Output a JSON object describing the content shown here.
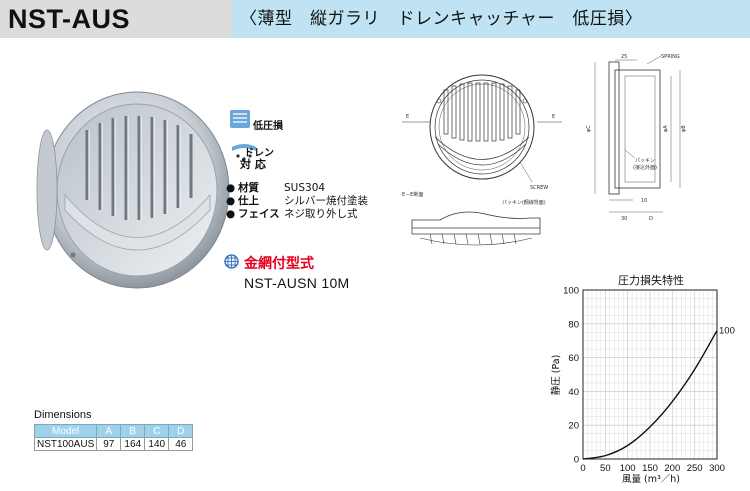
{
  "header": {
    "title": "NST-AUS",
    "subtitle": "〈薄型　縦ガラリ　ドレンキャッチャー　低圧損〉"
  },
  "features": [
    {
      "icon": "low-pressure-icon",
      "label": "低圧損"
    },
    {
      "icon": "drain-icon",
      "label_line1": "ドレン",
      "label_line2": "対 応"
    }
  ],
  "specs": [
    {
      "label": "材質",
      "value": "SUS304"
    },
    {
      "label": "仕上",
      "value": "シルバー焼付塗装"
    },
    {
      "label": "フェイス",
      "value": "ネジ取り外し式"
    }
  ],
  "option": {
    "title": "金網付型式",
    "model": "NST-AUSN 10M"
  },
  "drawing_labels": {
    "spring": "SPRING",
    "screw": "SCREW",
    "packing": "パッキン",
    "packing_note": "(接込外面)",
    "section": "E－E断面",
    "packing_section": "パッキン(鋼線背面)",
    "e": "E",
    "phiA": "φA",
    "phiB": "φB",
    "phiC": "φC",
    "d25": "25",
    "d10": "10",
    "d30": "30",
    "dD": "D"
  },
  "dimensions": {
    "title": "Dimensions",
    "headers": [
      "Model",
      "A",
      "B",
      "C",
      "D"
    ],
    "rows": [
      [
        "NST100AUS",
        "97",
        "164",
        "140",
        "46"
      ]
    ]
  },
  "chart_data": {
    "type": "line",
    "title": "圧力損失特性",
    "xlabel": "風量 (m³／h)",
    "ylabel": "静圧 (Pa)",
    "xlim": [
      0,
      300
    ],
    "ylim": [
      0,
      100
    ],
    "xticks": [
      "0",
      "50",
      "100",
      "150",
      "200",
      "250",
      "300"
    ],
    "yticks": [
      "0",
      "20",
      "40",
      "60",
      "80",
      "100"
    ],
    "grid": true,
    "series": [
      {
        "name": "100",
        "x": [
          0,
          50,
          100,
          150,
          200,
          250,
          300
        ],
        "y": [
          0,
          2,
          8,
          19,
          34,
          53,
          76
        ]
      }
    ]
  }
}
